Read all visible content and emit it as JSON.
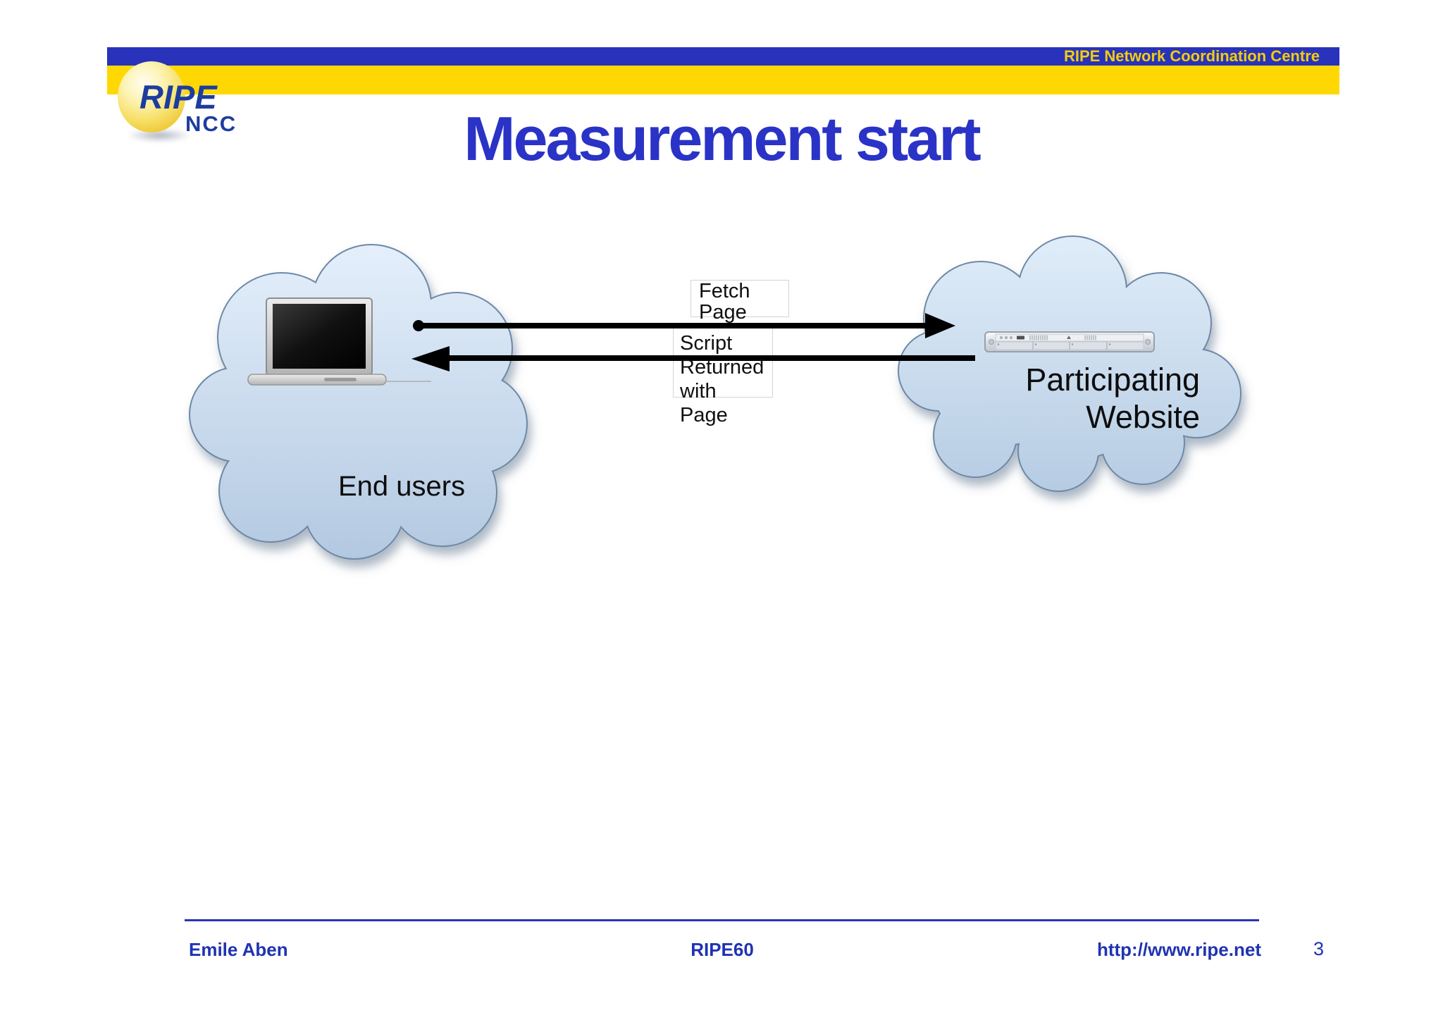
{
  "header": {
    "banner_text": "RIPE Network Coordination Centre",
    "logo_line1": "RIPE",
    "logo_line2": "NCC",
    "colors": {
      "banner_blue": "#2832ba",
      "banner_yellow": "#ffd803",
      "logo_blue": "#1d3d9e"
    }
  },
  "title": "Measurement start",
  "diagram": {
    "end_users_label": "End users",
    "participating_label": [
      "Participating",
      "Website"
    ],
    "fetch_label": [
      "Fetch",
      "Page"
    ],
    "return_label": [
      "Script",
      "Returned",
      "with",
      "Page"
    ],
    "icons": [
      "laptop-icon",
      "rack-server-icon"
    ],
    "cloud_fill_top": "#e4effb",
    "cloud_fill_bottom": "#b3c9e1",
    "arrow_color": "#000000"
  },
  "footer": {
    "author": "Emile Aben",
    "event": "RIPE60",
    "url": "http://www.ripe.net",
    "page_number": "3",
    "accent_blue": "#2a35b5"
  }
}
